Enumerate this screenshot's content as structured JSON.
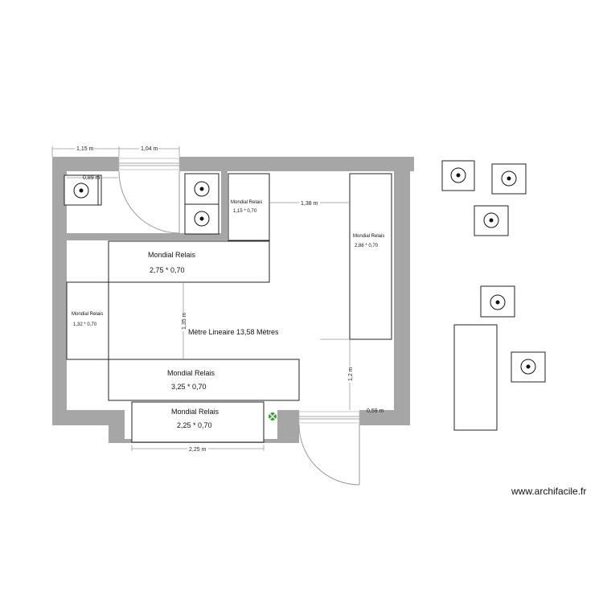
{
  "plan": {
    "dimensions": {
      "top_left": "1,15 m",
      "top_door": "1,04 m",
      "sink_width": "0,89 m",
      "gap_right": "1,38 m",
      "center_vertical": "1,35 m",
      "right_vertical": "1,2 m",
      "right_corner": "0,59 m",
      "bottom_alcove": "2,25 m"
    },
    "furniture": [
      {
        "title": "Mondial Relais",
        "size": "1,15 * 0,70"
      },
      {
        "title": "Mondial Relais",
        "size": "2,75 * 0,70"
      },
      {
        "title": "Mondial Relais",
        "size": "1,32 * 0,70"
      },
      {
        "title": "Mondial Relais",
        "size": "3,25 * 0,70"
      },
      {
        "title": "Mondial Relais",
        "size": "2,25 * 0,70"
      },
      {
        "title": "Mondial Relais",
        "size": "2,86 * 0,70"
      }
    ],
    "center_note": "Mètre Lineaire 13,58 Mètres",
    "wall_color": "#a6a6a6",
    "marker_color": "#2aa52a"
  },
  "watermark": "www.archifacile.fr"
}
